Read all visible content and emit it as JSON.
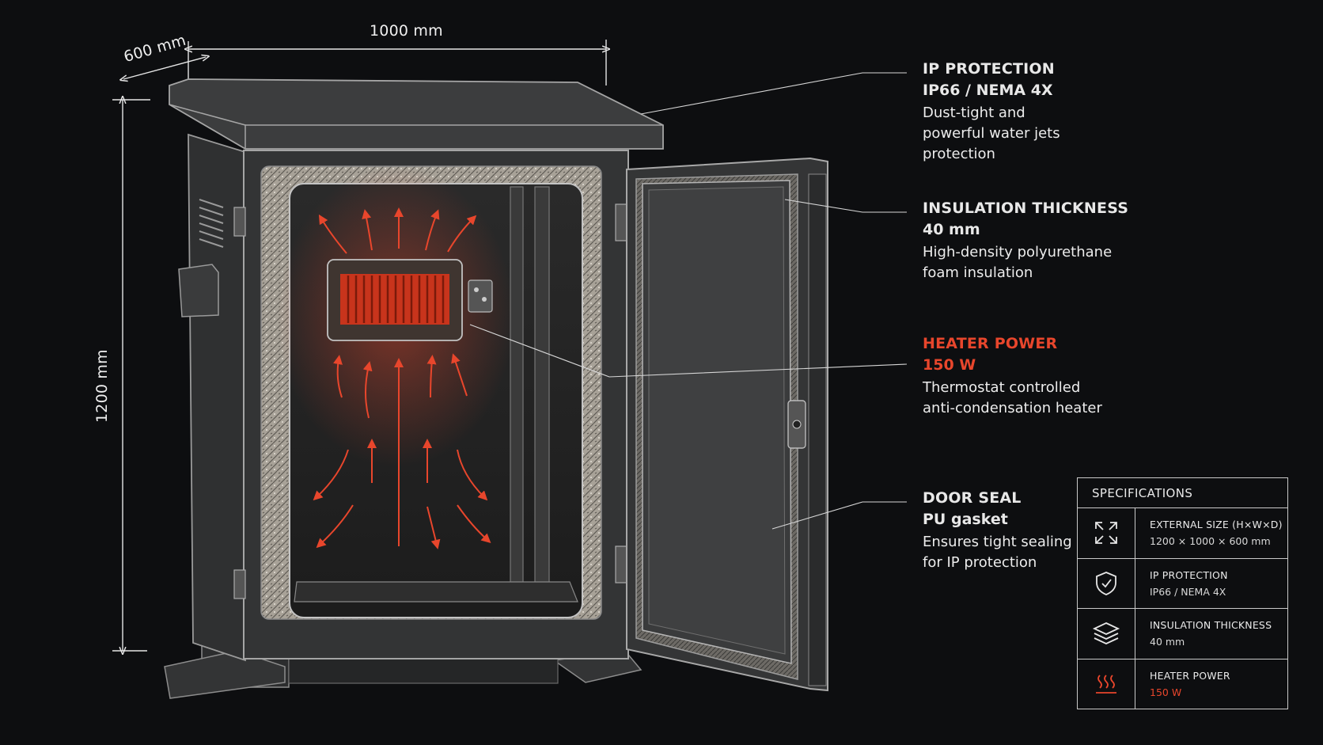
{
  "dimensions": {
    "width": "1000 mm",
    "depth": "600 mm",
    "height": "1200 mm"
  },
  "callouts": {
    "ip": {
      "title": "IP PROTECTION",
      "value": "IP66 / NEMA 4X",
      "desc": [
        "Dust-tight and",
        "powerful water jets",
        "protection"
      ]
    },
    "insulation": {
      "title": "INSULATION THICKNESS",
      "value": "40 mm",
      "desc": [
        "High-density polyurethane",
        "foam insulation"
      ]
    },
    "heater": {
      "title": "HEATER POWER",
      "value": "150 W",
      "desc": [
        "Thermostat controlled",
        "anti-condensation heater"
      ]
    },
    "seal": {
      "title": "DOOR SEAL",
      "value": "PU gasket",
      "desc": [
        "Ensures tight sealing",
        "for IP protection"
      ]
    }
  },
  "specifications": {
    "title": "SPECIFICATIONS",
    "rows": [
      {
        "icon": "expand-arrows-icon",
        "label": "EXTERNAL SIZE (H×W×D)",
        "value": "1200 × 1000 × 600 mm"
      },
      {
        "icon": "shield-check-icon",
        "label": "IP PROTECTION",
        "value": "IP66 / NEMA 4X"
      },
      {
        "icon": "layers-icon",
        "label": "INSULATION THICKNESS",
        "value": "40 mm"
      },
      {
        "icon": "heat-waves-icon",
        "label": "HEATER POWER",
        "value": "150 W"
      }
    ]
  },
  "colors": {
    "background": "#0d0e10",
    "accent_heat": "#e8462c",
    "enclosure_body": "#3a3b3c",
    "insulation_foam": "#b8b2a8"
  }
}
